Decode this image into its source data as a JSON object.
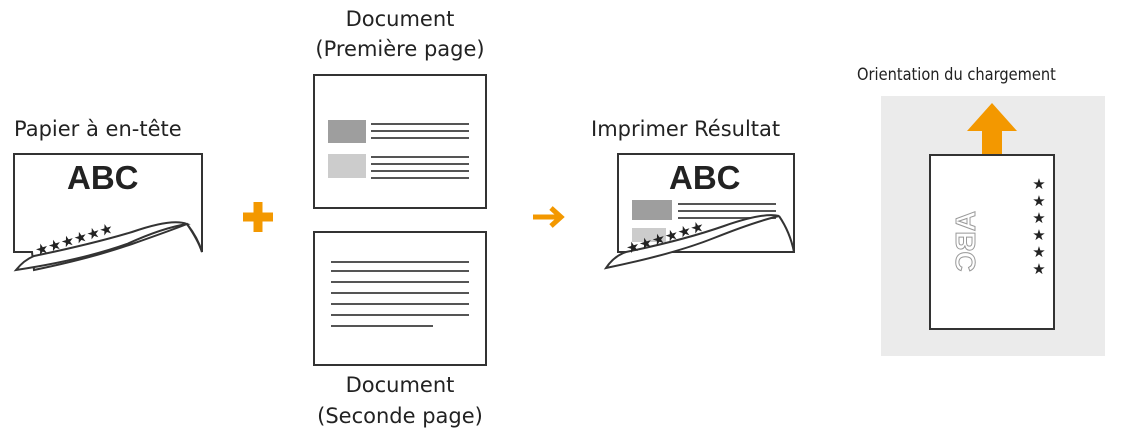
{
  "labels": {
    "letterhead": "Papier à en-tête",
    "doc_first_line1": "Document",
    "doc_first_line2": "(Première page)",
    "doc_second_line1": "Document",
    "doc_second_line2": "(Seconde page)",
    "print_result": "Imprimer Résultat",
    "load_orientation": "Orientation du chargement"
  },
  "sheet_text": {
    "abc": "ABC",
    "stars": "★★★★★★",
    "stars_vertical": [
      "★",
      "★",
      "★",
      "★",
      "★",
      "★"
    ]
  },
  "symbols": {
    "plus": "+"
  },
  "icons": {
    "plus": "plus-icon",
    "arrow": "arrow-right-icon",
    "load_arrow": "arrow-up-icon"
  },
  "colors": {
    "accent": "#F39800",
    "gray_block": "#9e9e9e",
    "light_block": "#cccccc",
    "panel_bg": "#ebebeb"
  }
}
